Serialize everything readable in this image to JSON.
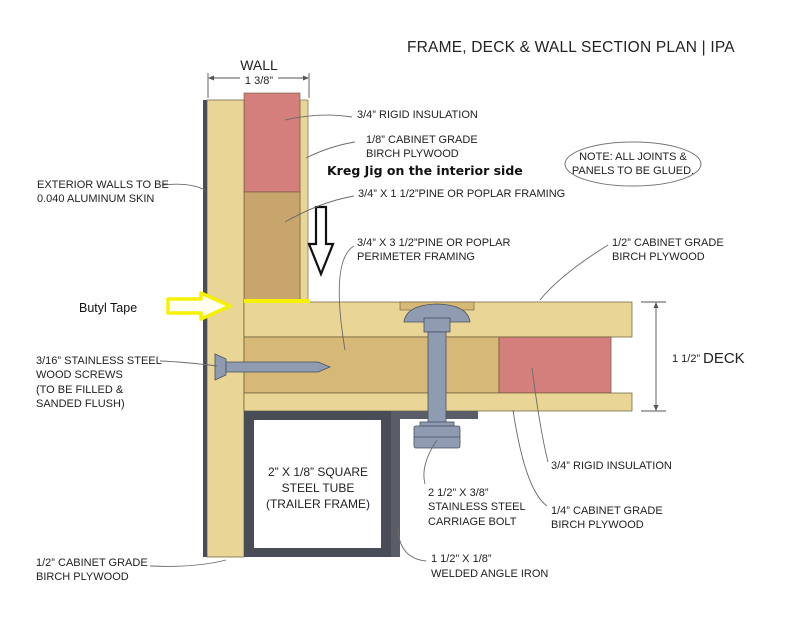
{
  "title": "FRAME, DECK & WALL SECTION PLAN  |  IPA",
  "note": [
    "NOTE: ALL JOINTS &",
    "PANELS TO BE GLUED."
  ],
  "wall_label": "WALL",
  "wall_dim": "1 3/8”",
  "deck_dim": "1 1/2”",
  "deck_label": "DECK",
  "kreg_text": "Kreg Jig on the interior side",
  "butyl_text": "Butyl Tape",
  "labels": {
    "rigid_top": "3/4” RIGID INSULATION",
    "ply_1_8": [
      "1/8” CABINET GRADE",
      "BIRCH PLYWOOD"
    ],
    "pine_1_5": "3/4” X 1 1/2”PINE OR POPLAR FRAMING",
    "perimeter": [
      "3/4” X 3 1/2”PINE OR POPLAR",
      "PERIMETER FRAMING"
    ],
    "ply_half_top": [
      "1/2” CABINET GRADE",
      "BIRCH PLYWOOD"
    ],
    "exterior": [
      "EXTERIOR WALLS TO BE",
      "0.040 ALUMINUM SKIN"
    ],
    "screws": [
      "3/16” STAINLESS STEEL",
      "WOOD SCREWS",
      "(TO BE FILLED &",
      "SANDED FLUSH)"
    ],
    "tube": [
      "2” X 1/8” SQUARE",
      "STEEL TUBE",
      "(TRAILER FRAME)"
    ],
    "rigid_bottom": "3/4” RIGID INSULATION",
    "bolt": [
      "2 1/2” X 3/8”",
      "STAINLESS STEEL",
      "CARRIAGE BOLT"
    ],
    "ply_quarter": [
      "1/4” CABINET GRADE",
      "BIRCH PLYWOOD"
    ],
    "angle": [
      "1 1/2” X 1/8”",
      "WELDED ANGLE IRON"
    ],
    "ply_half_bottom": [
      "1/2” CABINET GRADE",
      "BIRCH PLYWOOD"
    ]
  },
  "colors": {
    "wood_light": "#e9d595",
    "wood_mid": "#d6b877",
    "wood_dark": "#c9a56e",
    "insulation": "#d47f7c",
    "steel_dark": "#4a4d57",
    "bolt": "#8e9bb0",
    "annotation_yellow": "#f5f100"
  }
}
